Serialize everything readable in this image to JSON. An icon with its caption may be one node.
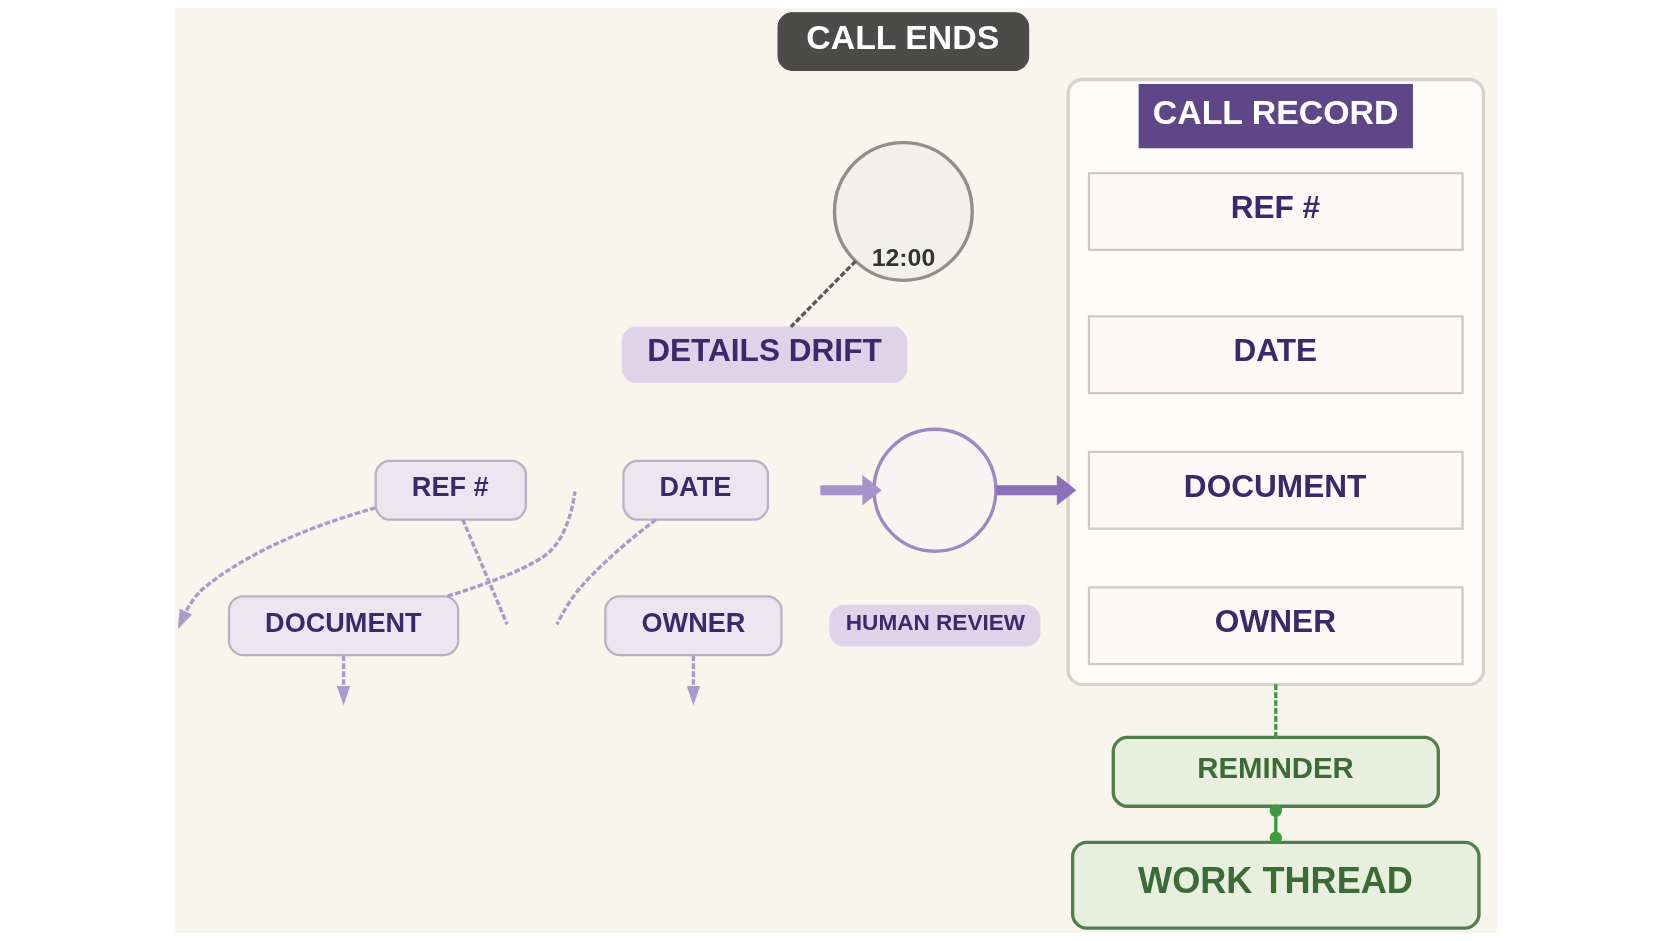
{
  "diagram": {
    "nodes": [
      {
        "text": [
          "CALL ENDS"
        ]
      },
      {
        "text": [
          "12:00"
        ]
      },
      {
        "text": [
          "DETAILS DRIFT"
        ]
      },
      {
        "text": [
          "REF #"
        ]
      },
      {
        "text": [
          "DATE"
        ]
      },
      {
        "text": [
          "DOCUMENT"
        ]
      },
      {
        "text": [
          "OWNER"
        ]
      },
      {
        "text": [],
        "shape": "circle"
      },
      {
        "text": [
          "HUMAN REVIEW"
        ]
      },
      {
        "text": [
          "CALL RECORD"
        ]
      },
      {
        "text": [
          "REF #"
        ],
        "in": 9
      },
      {
        "text": [
          "DATE"
        ],
        "in": 9
      },
      {
        "text": [
          "DOCUMENT"
        ],
        "in": 9
      },
      {
        "text": [
          "OWNER"
        ],
        "in": 9
      },
      {
        "text": [
          "REMINDER"
        ]
      },
      {
        "text": [
          "WORK THREAD"
        ]
      }
    ],
    "edges": [
      {
        "from": 1,
        "to": 2,
        "arrow": "none",
        "style": "dashed",
        "color": "#5a5a58"
      },
      {
        "from": 3,
        "to": null,
        "arrow": "to",
        "style": "dashed"
      },
      {
        "from": 3,
        "to": null,
        "arrow": "none",
        "style": "dashed"
      },
      {
        "from": 5,
        "to": null,
        "arrow": "none",
        "style": "dashed"
      },
      {
        "from": 4,
        "to": null,
        "arrow": "none",
        "style": "dashed"
      },
      {
        "from": 5,
        "to": null,
        "arrow": "to",
        "style": "dashed"
      },
      {
        "from": 6,
        "to": null,
        "arrow": "to",
        "style": "dashed"
      },
      {
        "from": null,
        "to": 7,
        "arrow": "to",
        "style": "thick",
        "color": "#a593cc"
      },
      {
        "from": 7,
        "to": 9,
        "arrow": "to",
        "style": "thick",
        "color": "#8a70b8"
      },
      {
        "from": 9,
        "to": 14,
        "arrow": "none",
        "style": "dashed",
        "color": "#3f9a3f"
      },
      {
        "from": 14,
        "to": 15,
        "arrow": "other",
        "color": "#3f9a3f"
      }
    ]
  }
}
